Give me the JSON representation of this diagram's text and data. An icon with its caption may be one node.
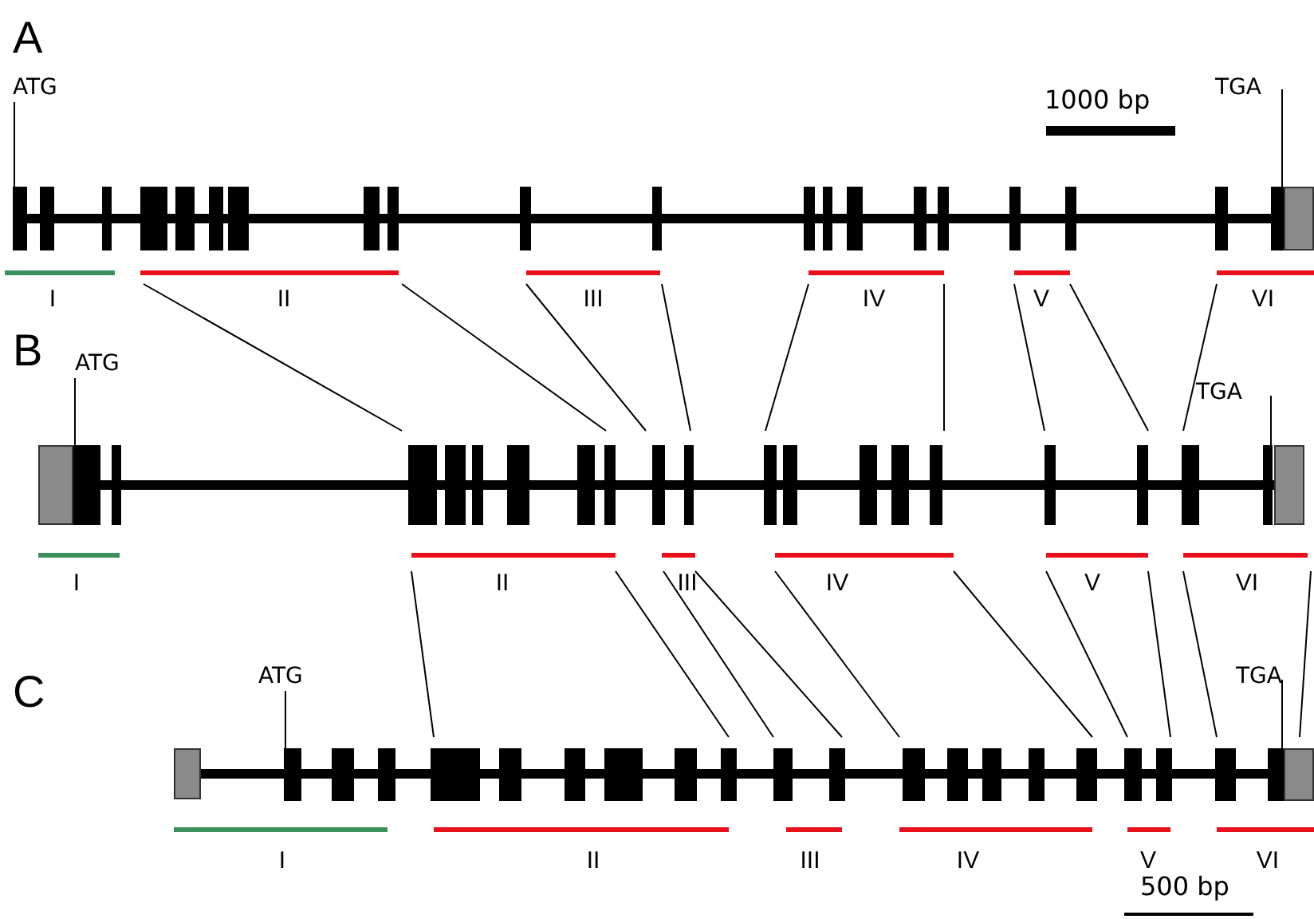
{
  "diagram": {
    "nodes": [
      {
        "text": [
          "ATG"
        ]
      },
      {
        "text": [
          "TGA"
        ]
      },
      {
        "text": [
          "ATG"
        ]
      },
      {
        "text": [
          "TGA"
        ]
      },
      {
        "text": [
          "ATG"
        ]
      },
      {
        "text": [
          "TGA"
        ]
      },
      {
        "text": [],
        "shape": "bar"
      },
      {
        "text": [],
        "shape": "bar"
      },
      {
        "text": [],
        "shape": "bar"
      },
      {
        "text": [],
        "shape": "bar"
      },
      {
        "text": [],
        "shape": "bar"
      },
      {
        "text": [],
        "shape": "bar"
      }
    ],
    "edges": [
      {
        "from": 0,
        "to": 6,
        "arrow": "none"
      },
      {
        "from": 1,
        "to": 7,
        "arrow": "none"
      },
      {
        "from": 2,
        "to": 8,
        "arrow": "none"
      },
      {
        "from": 3,
        "to": 9,
        "arrow": "none"
      },
      {
        "from": 4,
        "to": 10,
        "arrow": "none"
      },
      {
        "from": 5,
        "to": 11,
        "arrow": "none"
      }
    ],
    "labels": [
      "A",
      "1000 bp",
      "I",
      "II",
      "III",
      "IV",
      "V",
      "VI",
      "B",
      "I",
      "II",
      "III",
      "IV",
      "V",
      "VI",
      "C",
      "I",
      "II",
      "III",
      "IV",
      "V",
      "VI",
      "500 bp"
    ]
  }
}
